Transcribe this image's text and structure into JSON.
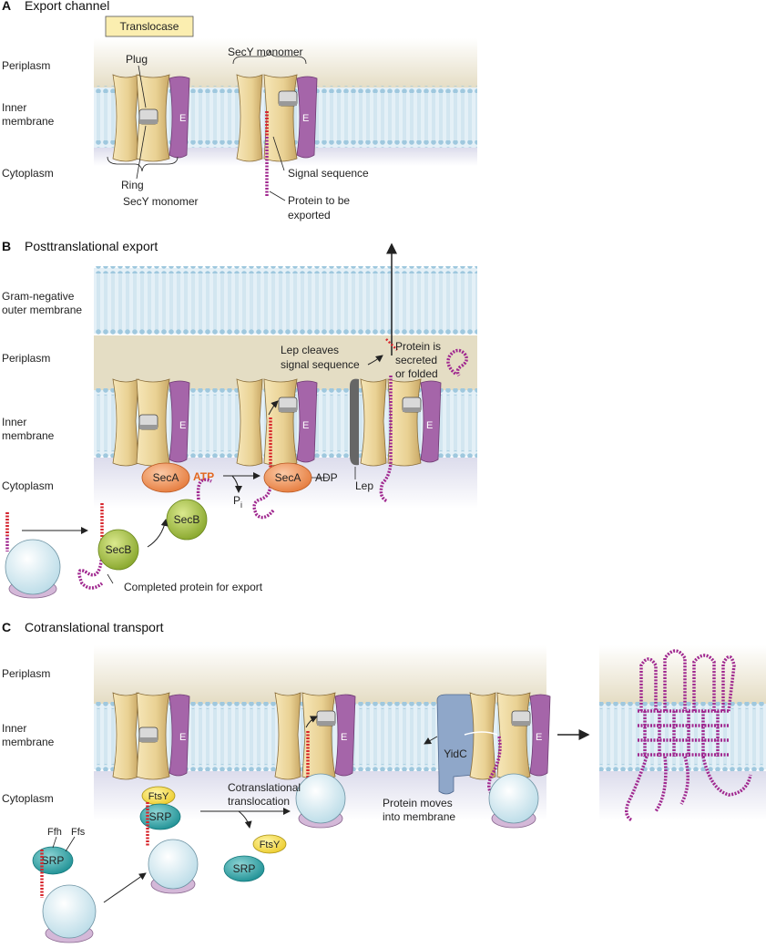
{
  "panel_a": {
    "letter": "A",
    "title": "Export channel",
    "translocase": "Translocase",
    "periplasm": "Periplasm",
    "inner_membrane_1": "Inner",
    "inner_membrane_2": "membrane",
    "cytoplasm": "Cytoplasm",
    "plug": "Plug",
    "secy_monomer_top": "SecY monomer",
    "ring": "Ring",
    "secy_monomer_bottom": "SecY monomer",
    "signal_sequence": "Signal sequence",
    "protein_exported_1": "Protein to be",
    "protein_exported_2": "exported",
    "e": "E"
  },
  "panel_b": {
    "letter": "B",
    "title": "Posttranslational export",
    "outer_1": "Gram-negative",
    "outer_2": "outer membrane",
    "periplasm": "Periplasm",
    "inner_membrane_1": "Inner",
    "inner_membrane_2": "membrane",
    "cytoplasm": "Cytoplasm",
    "lep_cleaves_1": "Lep cleaves",
    "lep_cleaves_2": "signal sequence",
    "secreted_1": "Protein is",
    "secreted_2": "secreted",
    "secreted_3": "or folded",
    "seca": "SecA",
    "atp": "ATP",
    "adp": "ADP",
    "pi": "P",
    "pi_sub": "i",
    "lep": "Lep",
    "secb": "SecB",
    "completed": "Completed protein for export",
    "e": "E"
  },
  "panel_c": {
    "letter": "C",
    "title": "Cotranslational transport",
    "periplasm": "Periplasm",
    "inner_membrane_1": "Inner",
    "inner_membrane_2": "membrane",
    "cytoplasm": "Cytoplasm",
    "ftsy": "FtsY",
    "srp": "SRP",
    "cotrans_1": "Cotranslational",
    "cotrans_2": "translocation",
    "yidc": "YidC",
    "moves_1": "Protein moves",
    "moves_2": "into membrane",
    "ffh": "Ffh",
    "ffs": "Ffs",
    "e": "E"
  },
  "colors": {
    "membrane_fill": "#d9ecf5",
    "membrane_bead": "#9fc8de",
    "periplasm": "#e6dfc7",
    "cytoplasm": "#e5e6f2",
    "secy": "#ecd9a3",
    "subunit_e": "#a565a9",
    "protein": "#a0288f",
    "signal": "#d7252b",
    "seca": "#f19a62",
    "secb": "#a9c43a",
    "srp": "#2aa6a6",
    "ftsy": "#f7e04a",
    "ribosome": "#cfe6ee",
    "ribosome_small": "#d4b8d8",
    "yidc": "#8fa7c9",
    "lep": "#666666",
    "translocase_box": "#fbeeb0"
  }
}
